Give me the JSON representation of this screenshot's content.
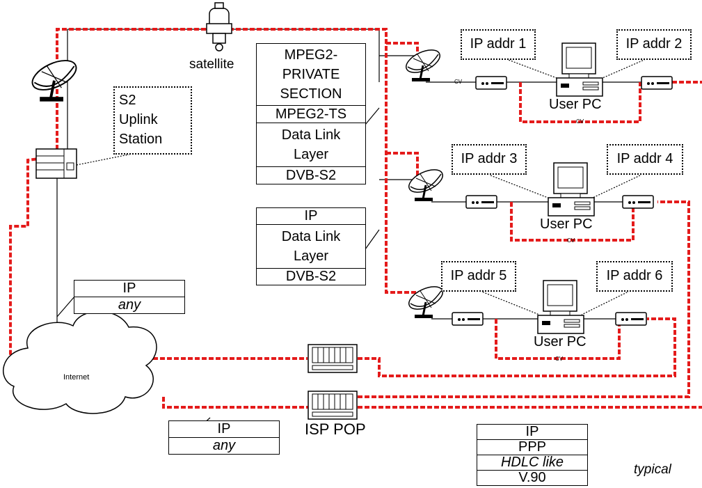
{
  "labels": {
    "satellite": "satellite",
    "uplink": [
      "S2",
      "Uplink",
      "Station"
    ],
    "internet": "Internet",
    "isp_pop": "ISP POP",
    "typical": "typical",
    "cv": "CV"
  },
  "user_pcs": [
    {
      "label": "User PC",
      "addr_left": "IP addr 1",
      "addr_right": "IP addr 2"
    },
    {
      "label": "User PC",
      "addr_left": "IP addr 3",
      "addr_right": "IP addr 4"
    },
    {
      "label": "User PC",
      "addr_left": "IP addr 5",
      "addr_right": "IP addr 6"
    }
  ],
  "stacks": {
    "satellite_stack": [
      "MPEG2-",
      "PRIVATE",
      "SECTION",
      "MPEG2-TS",
      "Data Link",
      "Layer",
      "DVB-S2"
    ],
    "ip_dvb_stack": [
      "IP",
      "Data Link",
      "Layer",
      "DVB-S2"
    ],
    "uplink_ip_stack": [
      "IP",
      "any"
    ],
    "isp_ip_stack": [
      "IP",
      "any"
    ],
    "modem_stack": [
      "IP",
      "PPP",
      "HDLC like",
      "V.90"
    ]
  },
  "colors": {
    "red_link": "#e41b1b",
    "line": "#000000"
  }
}
